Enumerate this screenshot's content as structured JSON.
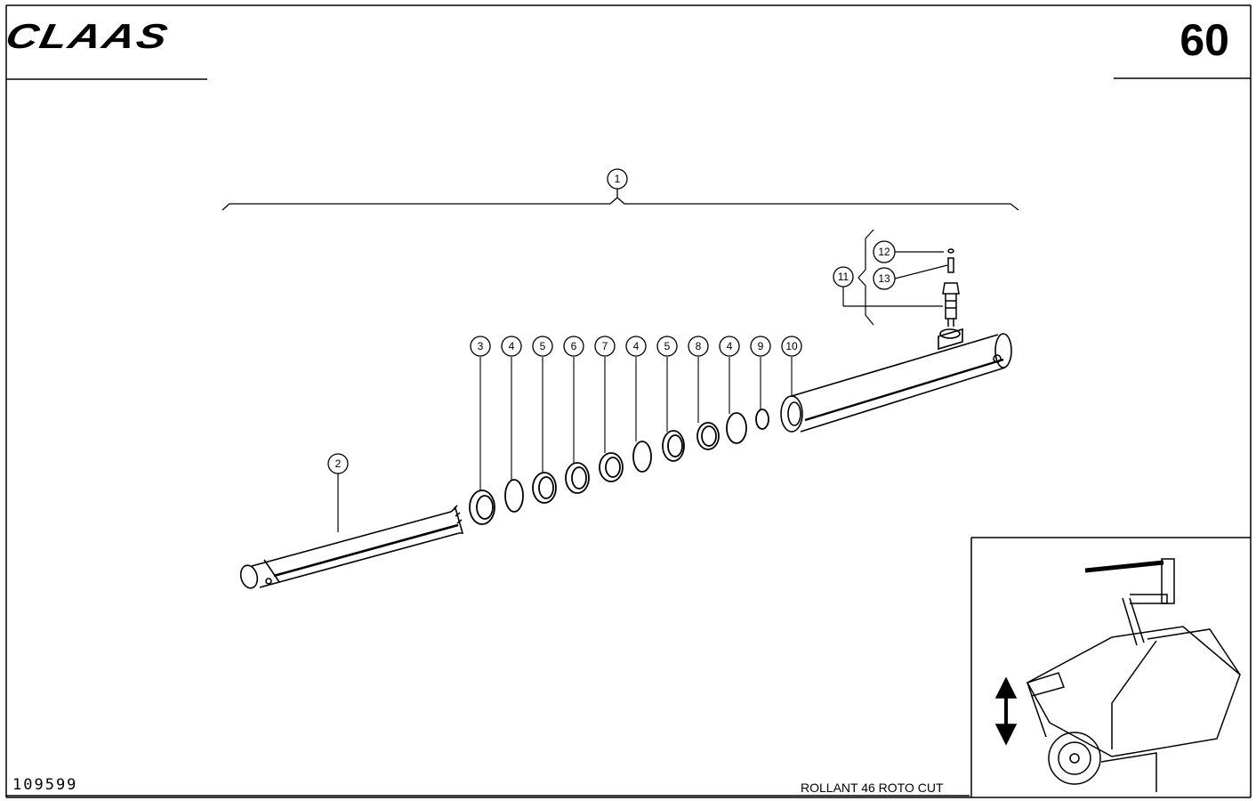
{
  "header": {
    "brand": "CLAAS",
    "page_number": "60"
  },
  "footer": {
    "drawing_number": "109599",
    "model": "ROLLANT 46 ROTO CUT"
  },
  "callouts": {
    "assembly": "1",
    "piston_rod": "2",
    "seal_rings": [
      "3",
      "4",
      "5",
      "6",
      "7",
      "4",
      "5",
      "8",
      "4",
      "9",
      "10"
    ],
    "fitting_group": "11",
    "fitting_cap": "12",
    "fitting_nipple": "13"
  },
  "inset": {
    "icon": "up-down-arrow-icon"
  }
}
